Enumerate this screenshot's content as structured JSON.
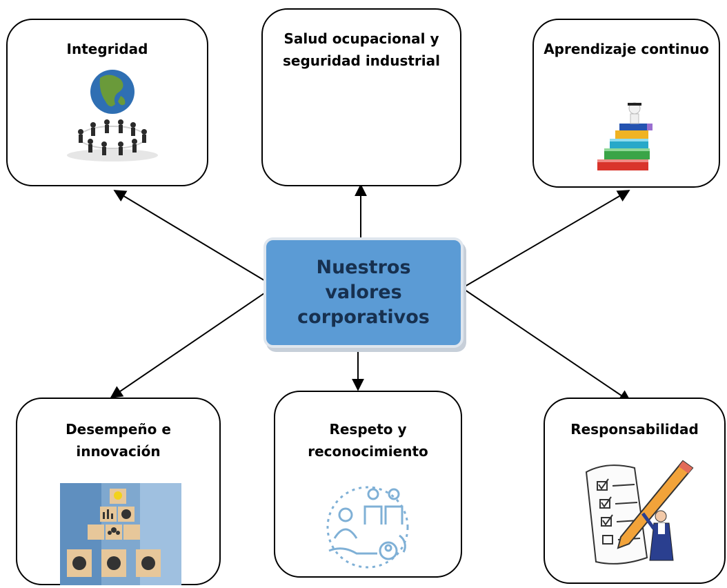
{
  "center": {
    "label": "Nuestros valores corporativos",
    "color": "#5b9bd5"
  },
  "values": [
    {
      "label": "Integridad",
      "icon": "globe-people-icon"
    },
    {
      "label": "Salud ocupacional y seguridad industrial"
    },
    {
      "label": "Aprendizaje continuo",
      "icon": "graduate-books-icon"
    },
    {
      "label": "Desempeño e innovación",
      "icon": "innovation-blocks-icon"
    },
    {
      "label": "Respeto y reconocimiento",
      "icon": "respect-people-icon"
    },
    {
      "label": "Responsabilidad",
      "icon": "checklist-pencil-icon"
    }
  ]
}
